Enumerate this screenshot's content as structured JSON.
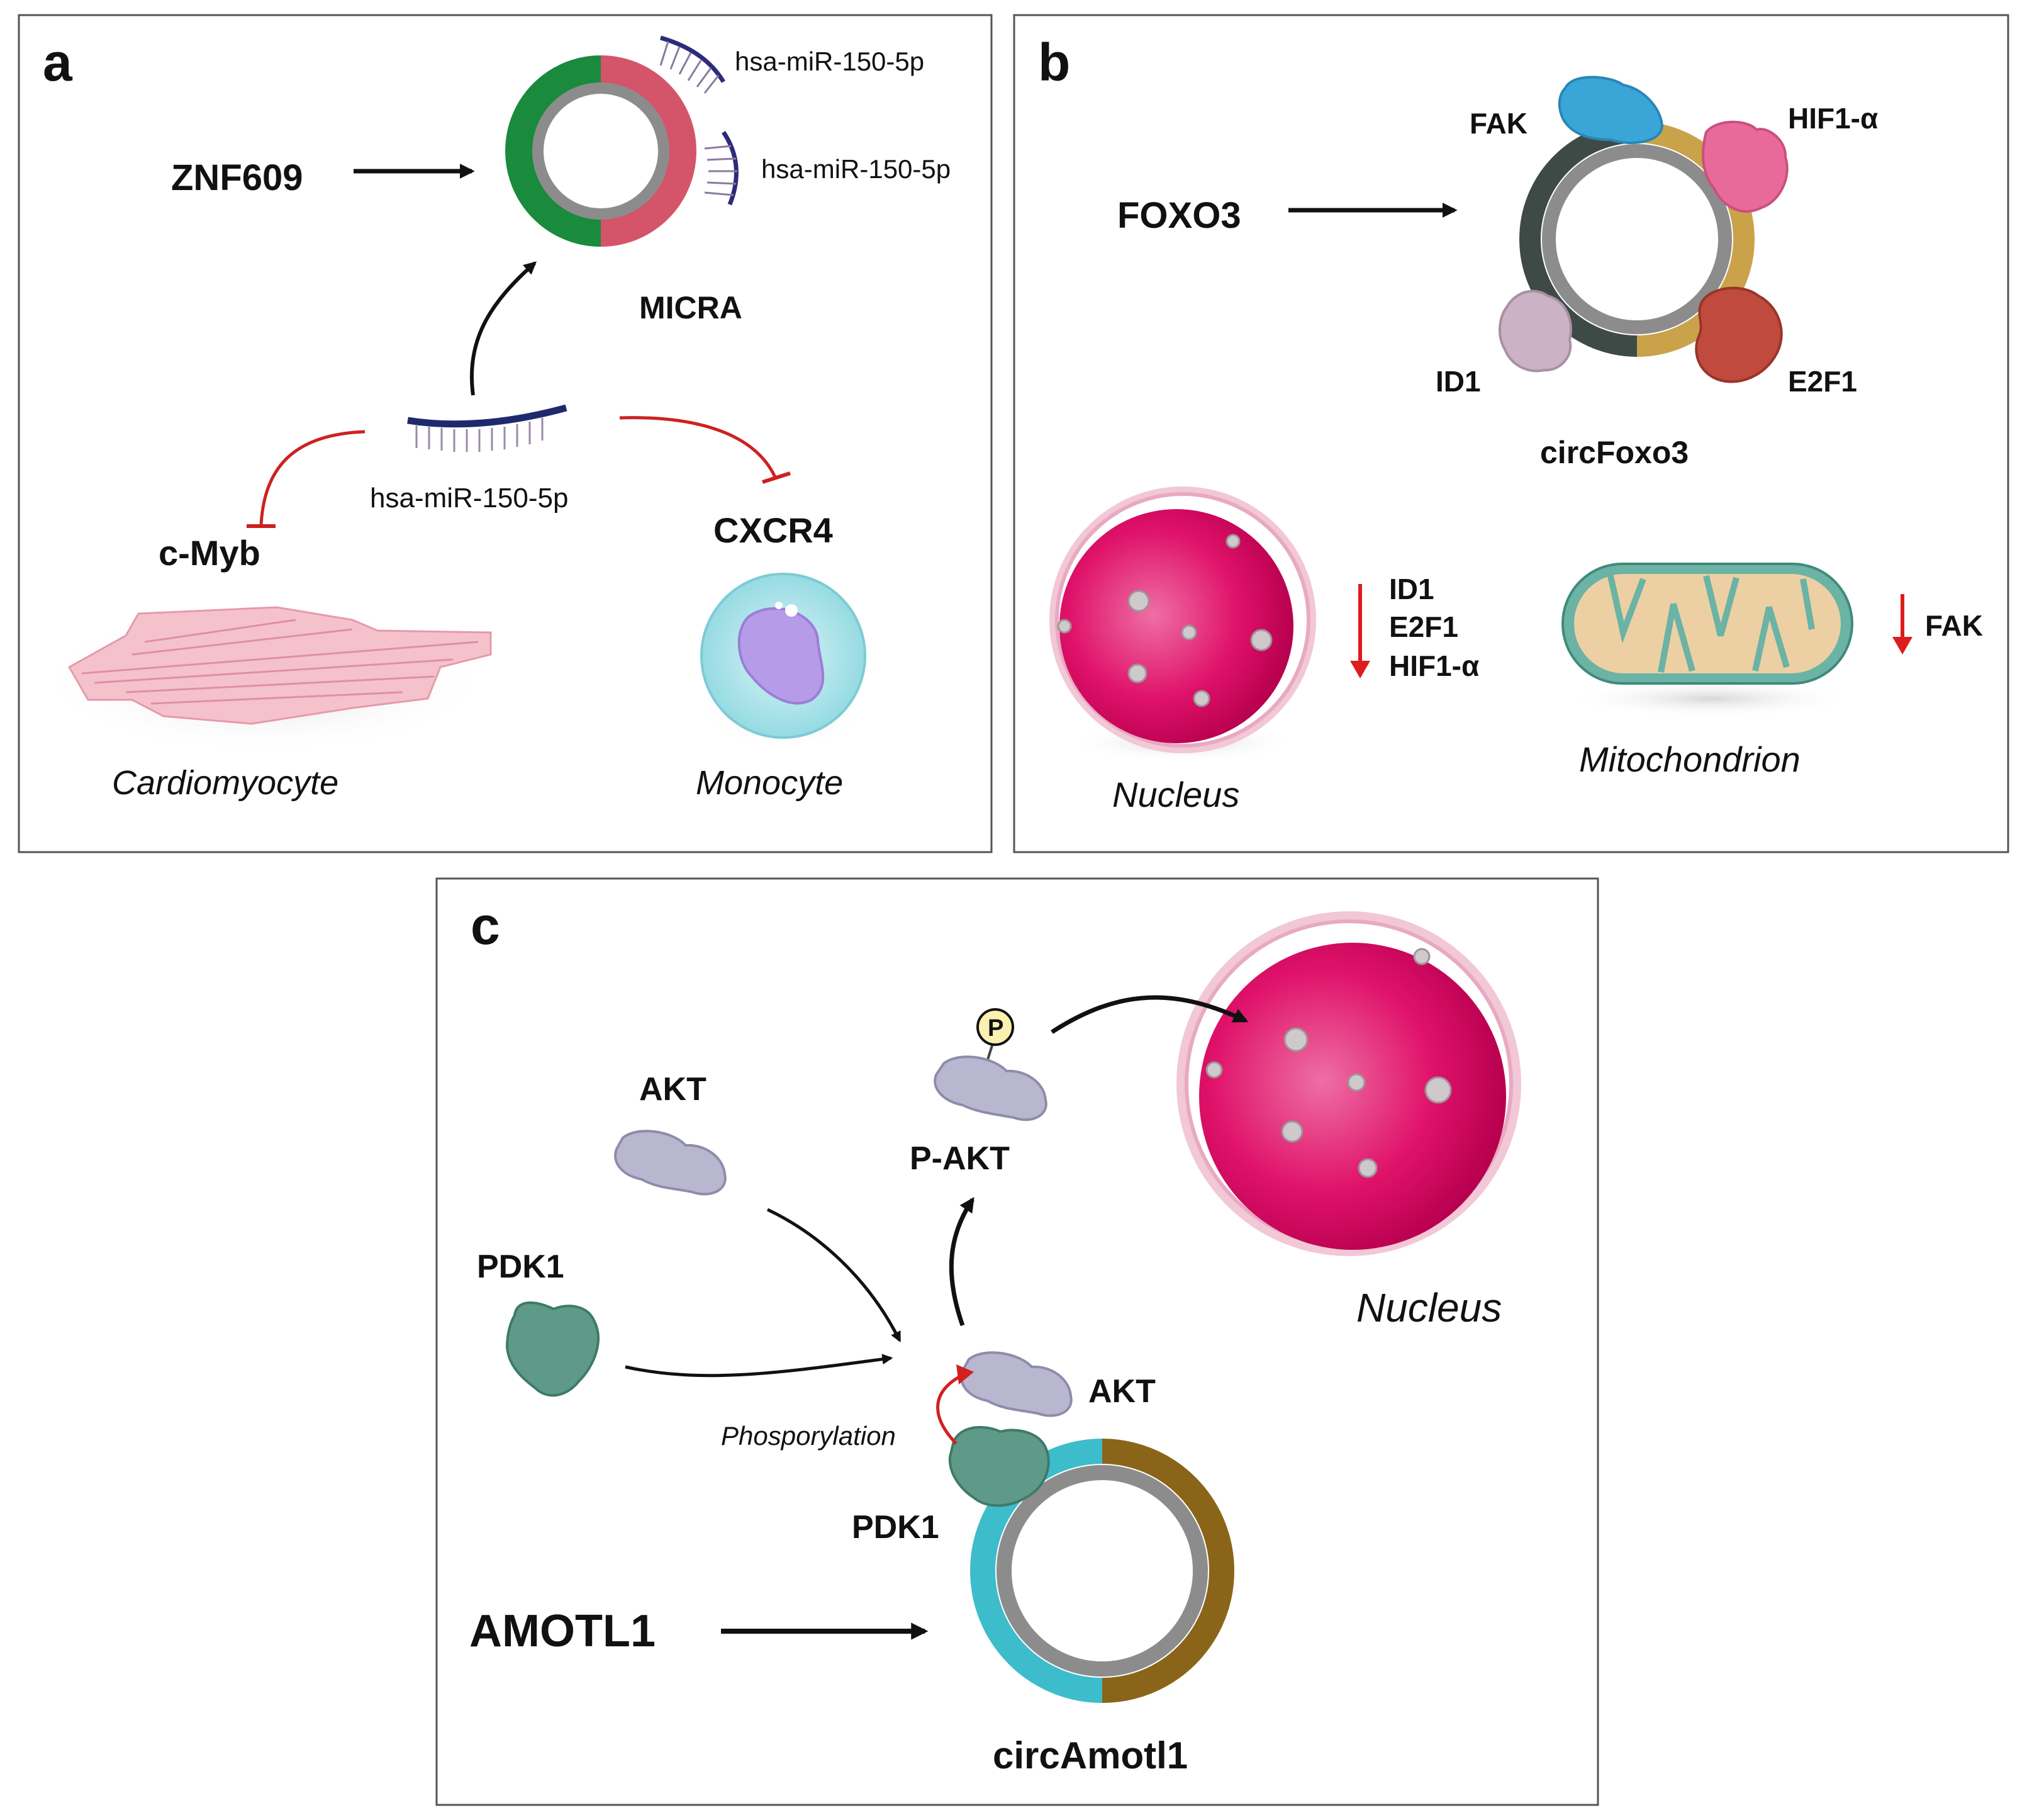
{
  "panels": {
    "a": {
      "letter": "a",
      "tf": "ZNF609",
      "circ": "MICRA",
      "mirna_top": "hsa-miR-150-5p",
      "mirna_mid": "hsa-miR-150-5p",
      "mirna_free": "hsa-miR-150-5p",
      "target_left": "c-Myb",
      "target_right": "CXCR4",
      "cell_left": "Cardiomyocyte",
      "cell_right": "Monocyte"
    },
    "b": {
      "letter": "b",
      "tf": "FOXO3",
      "circ": "circFoxo3",
      "proteins": {
        "fak": "FAK",
        "hif": "HIF1-α",
        "id1": "ID1",
        "e2f1": "E2F1"
      },
      "nucleus_list": [
        "ID1",
        "E2F1",
        "HIF1-α"
      ],
      "mito_list": [
        "FAK"
      ],
      "nucleus": "Nucleus",
      "mito": "Mitochondrion"
    },
    "c": {
      "letter": "c",
      "tf": "AMOTL1",
      "circ": "circAmotl1",
      "akt_free": "AKT",
      "pdk1_free": "PDK1",
      "p_akt": "P-AKT",
      "p_symbol": "P",
      "akt_bound": "AKT",
      "pdk1_bound": "PDK1",
      "phospho": "Phosporylation",
      "nucleus": "Nucleus"
    }
  },
  "colors": {
    "green": "#1a8a3c",
    "red_seg": "#d4546a",
    "gray_ring": "#8c8c8c",
    "mirna": "#2d2b7a",
    "inhibit": "#cc2222",
    "fak": "#3aa6d8",
    "hif": "#e86a9a",
    "id1": "#cbb2c4",
    "e2f1": "#bf4a3d",
    "foxo_dark": "#3e4a45",
    "foxo_gold": "#c9a24a",
    "nucleus": "#e0126a",
    "mito": "#ecd0a4",
    "akt": "#b9b7cf",
    "pdk1": "#5e9a87",
    "amotl_cyan": "#3dbccc",
    "amotl_brown": "#8a6418"
  }
}
